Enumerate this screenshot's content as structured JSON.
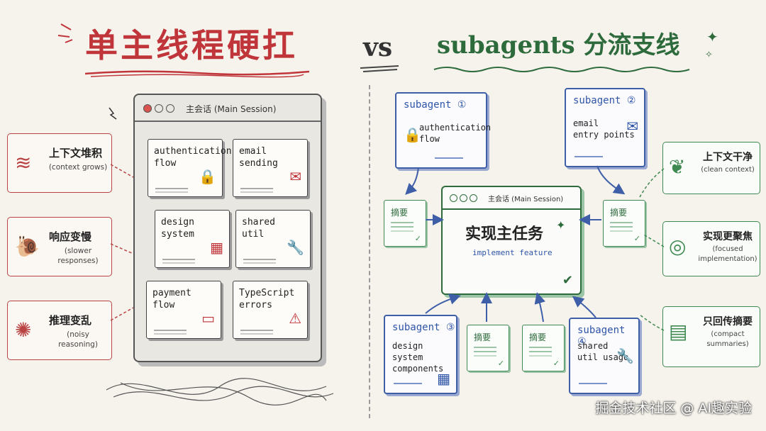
{
  "titles": {
    "left": "单主线程硬扛",
    "vs": "vs",
    "right": "subagents 分流支线"
  },
  "left_window": {
    "title": "主会话 (Main Session)",
    "tasks": [
      {
        "label": "authentication\nflow",
        "icon": "lock-icon",
        "glyph": "🔒"
      },
      {
        "label": "email\nsending",
        "icon": "mail-icon",
        "glyph": "✉"
      },
      {
        "label": "design\nsystem",
        "icon": "grid-icon",
        "glyph": "▦"
      },
      {
        "label": "shared\nutil",
        "icon": "wrench-icon",
        "glyph": "🔧"
      },
      {
        "label": "payment\nflow",
        "icon": "card-icon",
        "glyph": "▭"
      },
      {
        "label": "TypeScript\nerrors",
        "icon": "warning-icon",
        "glyph": "⚠"
      }
    ]
  },
  "problems": [
    {
      "zh": "上下文堆积",
      "en": "(context grows)",
      "icon": "stack-icon",
      "glyph": "≋"
    },
    {
      "zh": "响应变慢",
      "en": "(slower\nresponses)",
      "icon": "snail-icon",
      "glyph": "🐌"
    },
    {
      "zh": "推理变乱",
      "en": "(noisy\nreasoning)",
      "icon": "tangle-icon",
      "glyph": "✺"
    }
  ],
  "subagents": [
    {
      "head": "subagent ①",
      "label": "authentication\nflow",
      "icon": "lock-icon",
      "glyph": "🔒"
    },
    {
      "head": "subagent ②",
      "label": "email\nentry points",
      "icon": "mail-icon",
      "glyph": "✉"
    },
    {
      "head": "subagent ③",
      "label": "design system\ncomponents",
      "icon": "grid-icon",
      "glyph": "▦"
    },
    {
      "head": "subagent ④",
      "label": "shared\nutil usage",
      "icon": "wrench-icon",
      "glyph": "🔧"
    }
  ],
  "summary_label": "摘要",
  "right_window": {
    "title": "主会话 (Main Session)",
    "main": "实现主任务",
    "sub": "implement feature"
  },
  "benefits": [
    {
      "zh": "上下文干净",
      "en": "(clean context)",
      "icon": "leaf-icon",
      "glyph": "❦"
    },
    {
      "zh": "实现更聚焦",
      "en": "(focused\nimplementation)",
      "icon": "target-icon",
      "glyph": "◎"
    },
    {
      "zh": "只回传摘要",
      "en": "(compact\nsummaries)",
      "icon": "document-icon",
      "glyph": "▤"
    }
  ],
  "watermark": "掘金技术社区 @ AI趣实验",
  "colors": {
    "red": "#c0353a",
    "green": "#2e6b3c",
    "blue": "#3e5fa8"
  }
}
